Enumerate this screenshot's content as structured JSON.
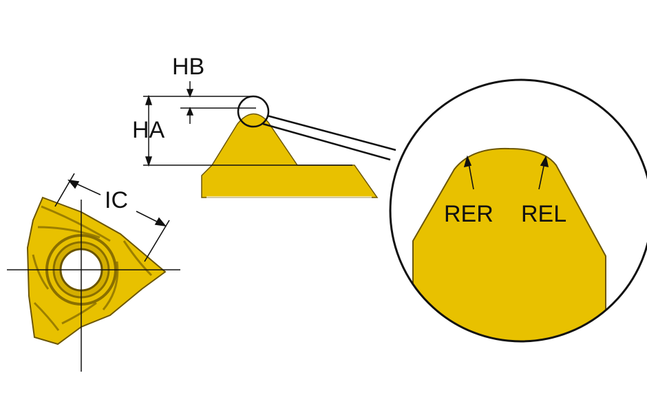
{
  "labels": {
    "hb": "HB",
    "ha": "HA",
    "ic": "IC",
    "rer": "RER",
    "rel": "REL"
  },
  "colors": {
    "insert_fill": "#E8C100",
    "insert_dark": "#8A6F00",
    "outline": "#111111",
    "background": "#FFFFFF"
  }
}
